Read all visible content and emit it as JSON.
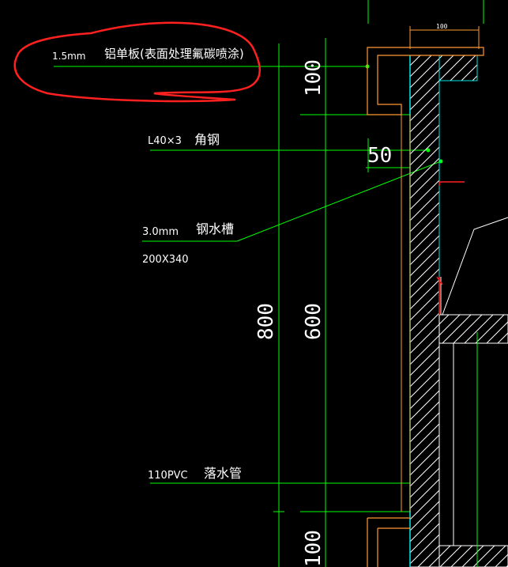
{
  "annotations": {
    "aluminum_panel": {
      "spec": "1.5mm",
      "name": "铝单板(表面处理氟碳喷涂)"
    },
    "angle_steel": {
      "spec": "L40×3",
      "name": "角钢"
    },
    "steel_gutter": {
      "spec": "3.0mm",
      "name": "钢水槽",
      "size": "200X340"
    },
    "downpipe": {
      "spec": "110PVC",
      "name": "落水管"
    }
  },
  "dimensions": {
    "top_width": "100",
    "upper_height": "100",
    "offset": "50",
    "total_height": "800",
    "middle_height": "600",
    "lower_height": "100"
  },
  "colors": {
    "leader_green": "#00ff00",
    "panel_orange": "#ff9933",
    "wall_cyan": "#00e5e5",
    "highlight_red": "#ff2020",
    "background": "#000000"
  }
}
